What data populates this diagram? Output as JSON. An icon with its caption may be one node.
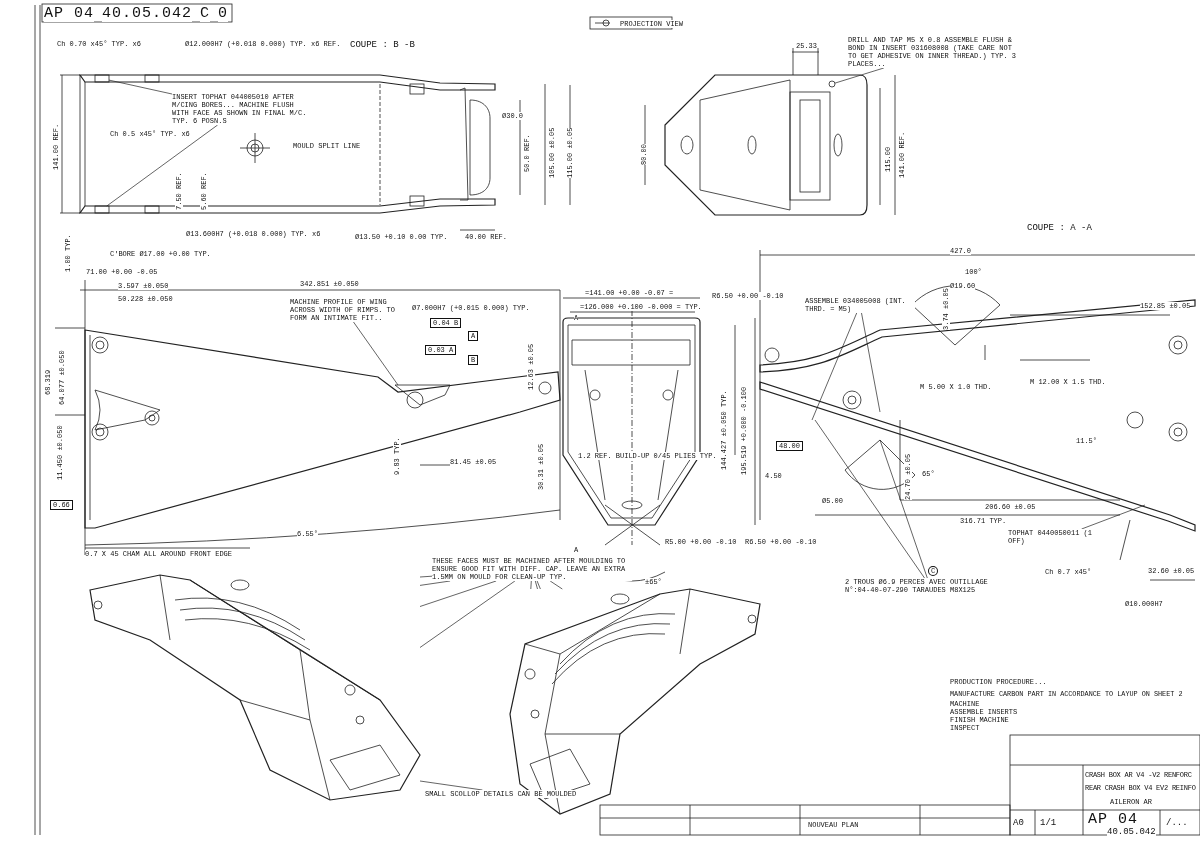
{
  "diagram": {
    "nodes": [
      {
        "text": [
          "INSERT TOPHAT 044005010 AFTER M/CING BORES... MACHINE FLUSH WITH FACE AS SHOWN IN FINAL M/C. TYP. 6 POSN.S"
        ]
      },
      {
        "text": [],
        "shape": "box"
      },
      {
        "text": [],
        "shape": "box"
      },
      {
        "text": [
          "DRILL AND TAP M5 X 0.8 ASSEMBLE FLUSH & BOND IN INSERT 031608008 (TAKE CARE NOT TO GET ADHESIVE ON INNER THREAD.) TYP. 3 PLACES..."
        ]
      },
      {
        "text": [],
        "shape": "circle"
      },
      {
        "text": [
          "MACHINE PROFILE OF WING ACROSS WIDTH OF RIMPS. TO FORM AN INTIMATE FIT.."
        ]
      },
      {
        "text": [
          "ASSEMBLE 034005008 (INT. THRD. = M5)"
        ]
      },
      {
        "text": [
          "2 TROUS Ø6.9 PERCES AVEC OUTILLAGE N°:04-40-07-290 TARAUDES M8X125"
        ]
      },
      {
        "text": [
          "TOPHAT 0440050011 (1 OFF)"
        ]
      },
      {
        "text": [
          "THESE FACES MUST BE MACHINED AFTER MOULDING TO ENSURE GOOD FIT WITH DIFF. CAP. LEAVE AN EXTRA 1.5MM ON MOULD FOR CLEAN-UP TYP."
        ]
      },
      {
        "text": [],
        "shape": "picture"
      },
      {
        "text": [],
        "shape": "picture"
      },
      {
        "text": [
          "SMALL SCOLLOP DETAILS CAN BE MOULDED"
        ]
      }
    ],
    "edges": [
      {
        "from": 0,
        "to": 1,
        "arrow": "none"
      },
      {
        "from": 0,
        "to": 2,
        "arrow": "none"
      },
      {
        "from": 3,
        "to": 4,
        "arrow": "none"
      },
      {
        "from": 5,
        "to": null,
        "arrow": "none"
      },
      {
        "from": 6,
        "to": null,
        "arrow": "none"
      },
      {
        "from": 6,
        "to": null,
        "arrow": "none"
      },
      {
        "from": 7,
        "to": null,
        "arrow": "none"
      },
      {
        "from": 7,
        "to": null,
        "arrow": "none"
      },
      {
        "from": 8,
        "to": null,
        "arrow": "none"
      },
      {
        "from": 9,
        "to": 10,
        "arrow": "none"
      },
      {
        "from": 9,
        "to": 10,
        "arrow": "none"
      },
      {
        "from": 9,
        "to": 10,
        "arrow": "none"
      },
      {
        "from": 9,
        "to": 10,
        "arrow": "none"
      },
      {
        "from": 9,
        "to": 11,
        "arrow": "none"
      },
      {
        "from": 9,
        "to": 11,
        "arrow": "none"
      },
      {
        "from": 9,
        "to": 11,
        "arrow": "none"
      },
      {
        "from": 9,
        "to": 11,
        "arrow": "none"
      },
      {
        "from": 12,
        "to": 10,
        "arrow": "none"
      }
    ],
    "labels": [
      "AP 04",
      "40.05.042",
      "C",
      "0",
      "PROJECTION VIEW",
      "Ch 0.70 x45° TYP. x6",
      "Ø12.000H7 (+0.018 0.000) TYP. x6 REF.",
      "COUPE : B -B",
      "Ch 0.5 x45° TYP. x6",
      "MOULD SPLIT LINE",
      "Ø30.0",
      "141.00 REF.",
      "7.50 REF.",
      "5.60 REF.",
      "50.0 REF.",
      "105.00 ±0.05",
      "Ø13.600H7 (+0.018 0.000) TYP. x6",
      "Ø13.50 +0.10 0.00 TYP.",
      "40.00 REF.",
      "1.00 TYP.",
      "C'BORE Ø17.00 +0.00 TYP.",
      "25.33",
      "115.00 ±0.05",
      "80.00",
      "115.00",
      "141.00 REF.",
      "COUPE : A -A",
      "427.0",
      "71.00 +0.00 -0.05",
      "342.851 ±0.050",
      "3.597 ±0.050",
      "=141.00 +0.00 -0.07 =",
      "=126.000 +0.100 -0.000 = TYP.",
      "100°",
      "Ø19.60",
      "152.85 ±0.05",
      "50.228 ±0.050",
      "Ø7.000H7 (+0.015 0.000) TYP.",
      "R6.50 +0.00 -0.10",
      "0.04 B",
      "A",
      "3.74 ±0.05",
      "A",
      "0.03 A",
      "B",
      "68.319",
      "64.077 ±0.050",
      "12.63 ±0.05",
      "M 12.00 X 1.5 THD.",
      "M 5.00 X 1.0 THD.",
      "144.427 ±0.050 TYP.",
      "195.519 +0.000 -0.100",
      "48.00",
      "11.5°",
      "1.2 REF. BUILD-UP 0/45 PLIES TYP.",
      "11.450 ±0.050",
      "9.83 TYP.",
      "81.45 ±0.05",
      "30.31 ±0.05",
      "4.50",
      "65°",
      "Ø5.00",
      "24.70 ±0.05",
      "0.66",
      "206.60 ±0.05",
      "316.71 TYP.",
      "6.55°",
      "R5.00 +0.00 -0.10",
      "R6.50 +0.00 -0.10",
      "0.7 X 45 CHAM ALL AROUND FRONT EDGE",
      "A",
      "C",
      "Ch 0.7 x45°",
      "32.60 ±0.05",
      "±65°",
      "Ø10.000H7",
      "PRODUCTION PROCEDURE...",
      "MANUFACTURE CARBON PART IN ACCORDANCE TO LAYUP ON SHEET 2",
      "MACHINE",
      "ASSEMBLE INSERTS",
      "FINISH MACHINE",
      "INSPECT",
      "CRASH BOX AR V4 -V2 RENFORC",
      "REAR CRASH BOX V4 EV2 REINFO",
      "AILERON AR",
      "NOUVEAU PLAN",
      "A0",
      "1/1",
      "AP 04",
      "40.05.042",
      "/..."
    ]
  }
}
